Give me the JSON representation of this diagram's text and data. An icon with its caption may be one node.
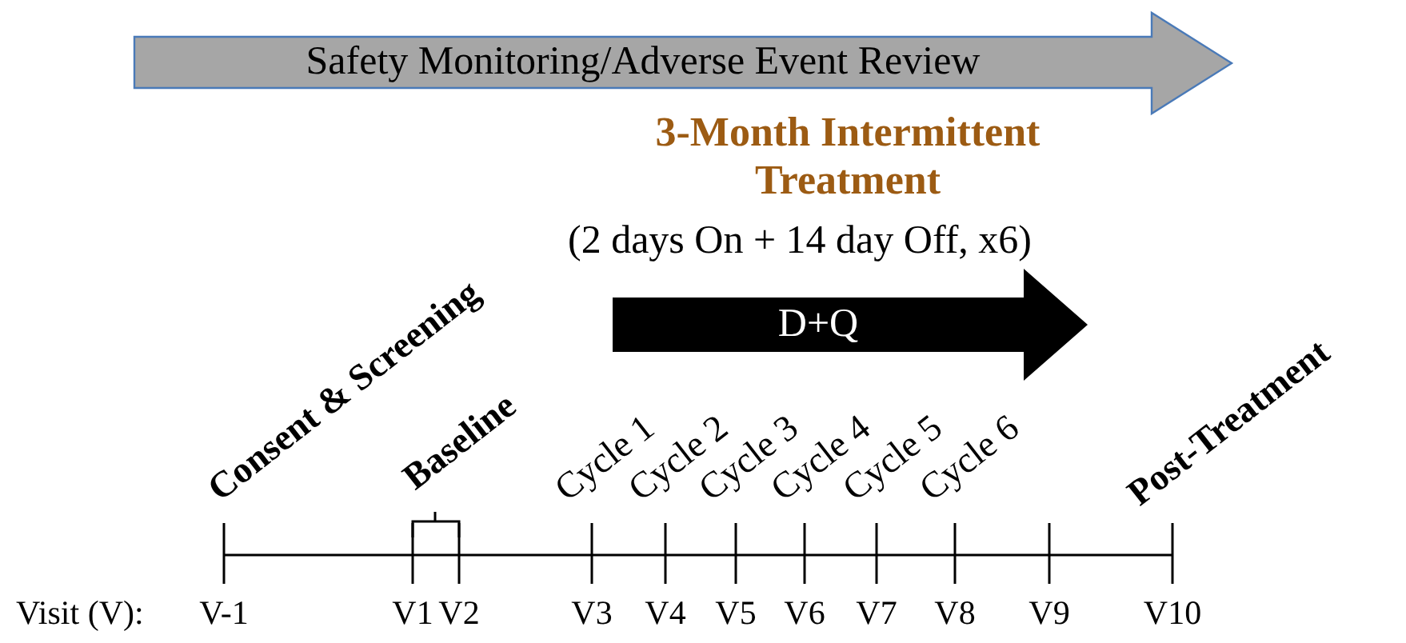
{
  "diagram": {
    "nodes": [
      {
        "text": [
          "Safety Monitoring/Adverse Event Review"
        ]
      },
      {
        "text": [
          "D+Q"
        ]
      }
    ],
    "labels": [
      "3-Month Intermittent Treatment",
      "(2 days On + 14 day Off, x6)",
      "Consent & Screening",
      "Baseline",
      "Cycle 1",
      "Cycle 2",
      "Cycle 3",
      "Cycle 4",
      "Cycle 5",
      "Cycle 6",
      "Post-Treatment",
      "Visit (V):",
      "V-1",
      "V1",
      "V2",
      "V3",
      "V4",
      "V5",
      "V6",
      "V7",
      "V8",
      "V9",
      "V10"
    ]
  }
}
